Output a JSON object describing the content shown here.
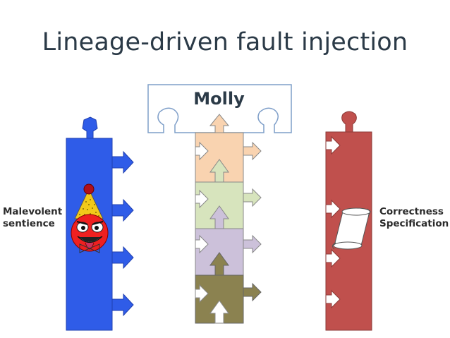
{
  "slide": {
    "title": "Lineage-driven fault injection",
    "molly_label": "Molly",
    "left_label": [
      "Malevolent",
      "sentience"
    ],
    "right_label": [
      "Correctness",
      "Specification"
    ]
  },
  "colors": {
    "blue_piece": "#2f5ce8",
    "red_piece": "#c0504d",
    "orange_piece": "#f9d3b0",
    "green_piece": "#d7e4bd",
    "purple_piece": "#ccc1da",
    "olive_piece": "#8b8250",
    "molly_frame": "#7f9fc9"
  },
  "icons": [
    "clown-icon",
    "scroll-icon"
  ]
}
